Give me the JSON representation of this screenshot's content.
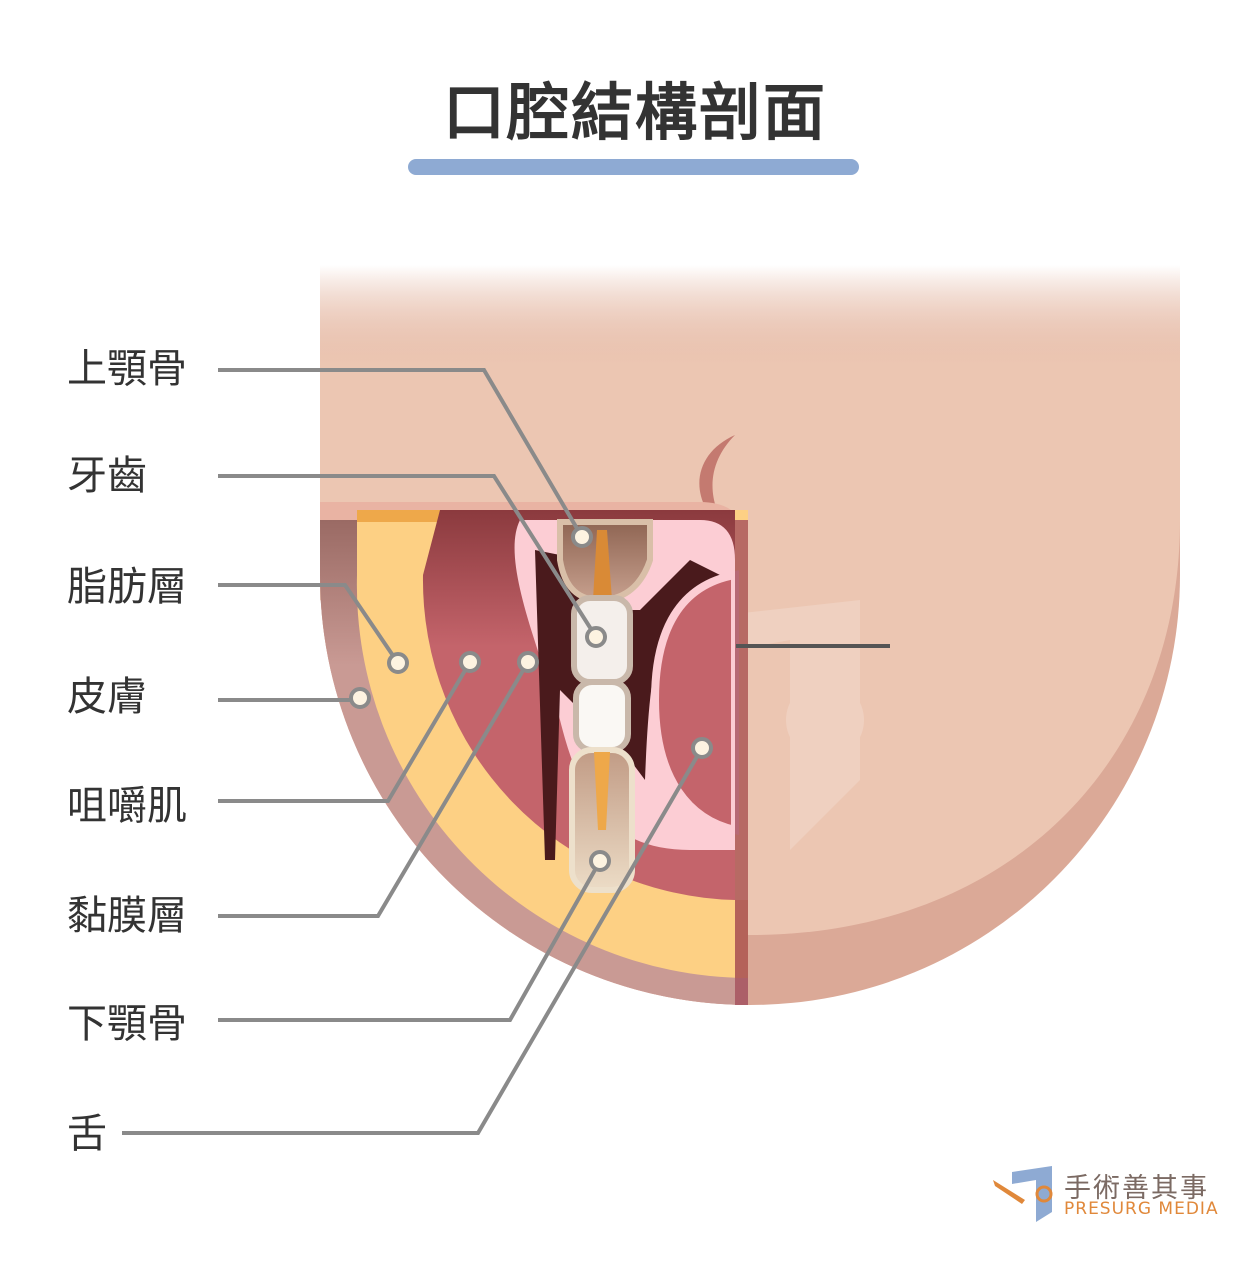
{
  "title": "口腔結構剖面",
  "labels": [
    "上顎骨",
    "牙齒",
    "脂肪層",
    "皮膚",
    "咀嚼肌",
    "黏膜層",
    "下顎骨",
    "舌"
  ],
  "logo": {
    "chinese": "手術善其事",
    "english": "PRESURG MEDIA"
  },
  "colors": {
    "title_bar": "#8eaad3",
    "skin": "#ecc6b2",
    "fat": "#fdd084",
    "muscle": "#c4646b",
    "mucosa": "#fccdd4",
    "callout": "#8a8a8a"
  }
}
